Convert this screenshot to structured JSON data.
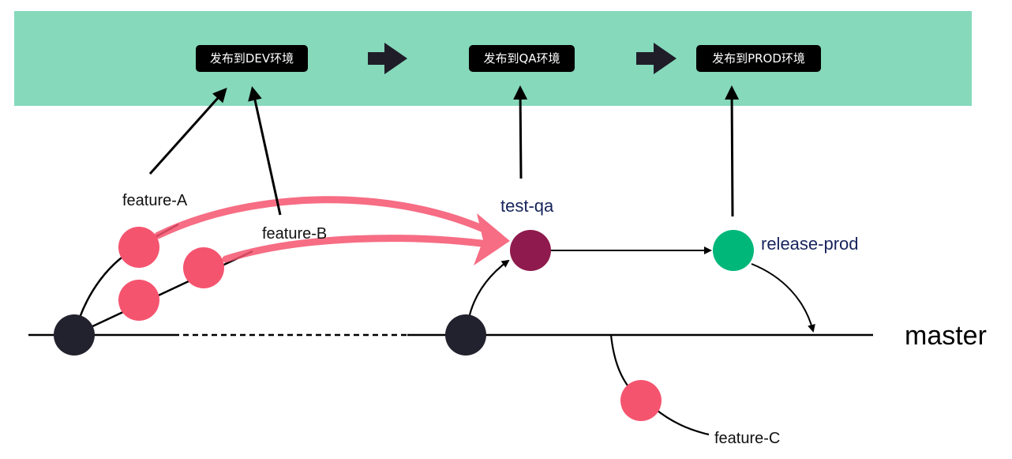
{
  "banner": {
    "background_color": "#86d9bb",
    "stages": [
      {
        "label": "发布到DEV环境"
      },
      {
        "label": "发布到QA环境"
      },
      {
        "label": "发布到PROD环境"
      }
    ]
  },
  "branches": {
    "feature_a": "feature-A",
    "feature_b": "feature-B",
    "feature_c": "feature-C",
    "test_qa": "test-qa",
    "release_prod": "release-prod",
    "master": "master"
  },
  "colors": {
    "master_commit": "#22212e",
    "feature_commit": "#f5546f",
    "test_qa_commit": "#8f1a4d",
    "release_prod_commit": "#00b77a",
    "merge_arrow": "#f5546f",
    "label_navy": "#17245c"
  },
  "icons": {
    "stage_arrow": "right-arrow-icon"
  }
}
